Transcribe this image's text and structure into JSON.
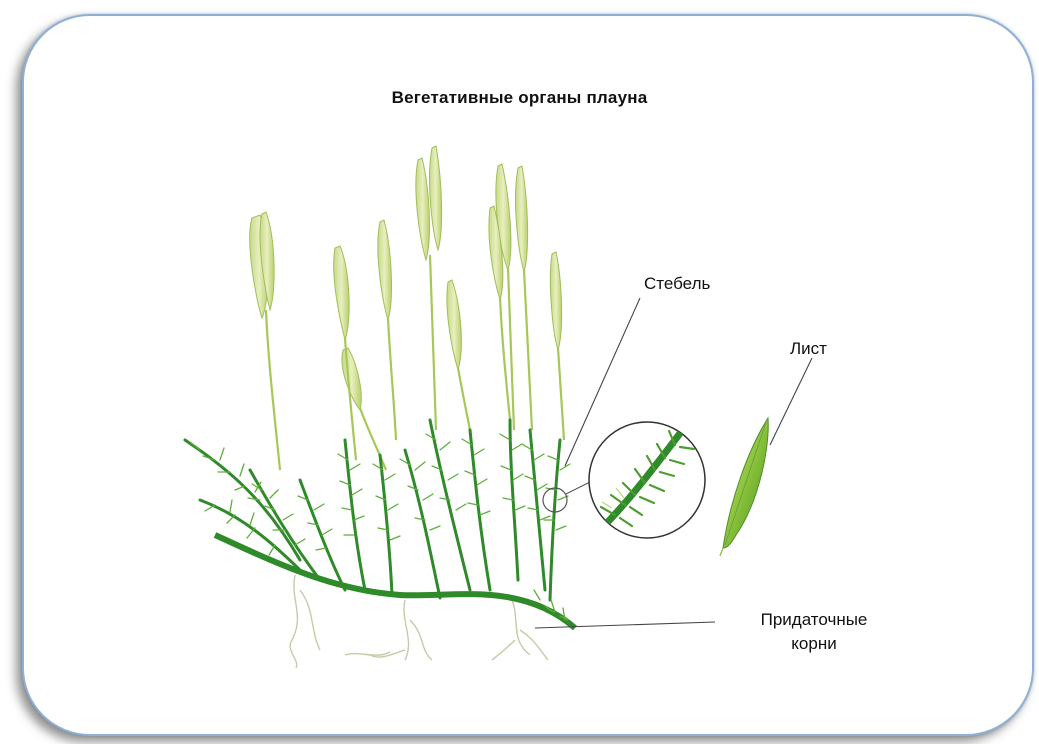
{
  "title": "Вегетативные органы плауна",
  "labels": {
    "stem": "Стебель",
    "leaf": "Лист",
    "roots_line1": "Придаточные",
    "roots_line2": "корни"
  },
  "colors": {
    "frame": "#8fb0d2",
    "dark_green": "#2f8a2a",
    "light_green": "#9ccc4c",
    "strobilus": "#d6e29a",
    "root": "#c9c9a8"
  }
}
